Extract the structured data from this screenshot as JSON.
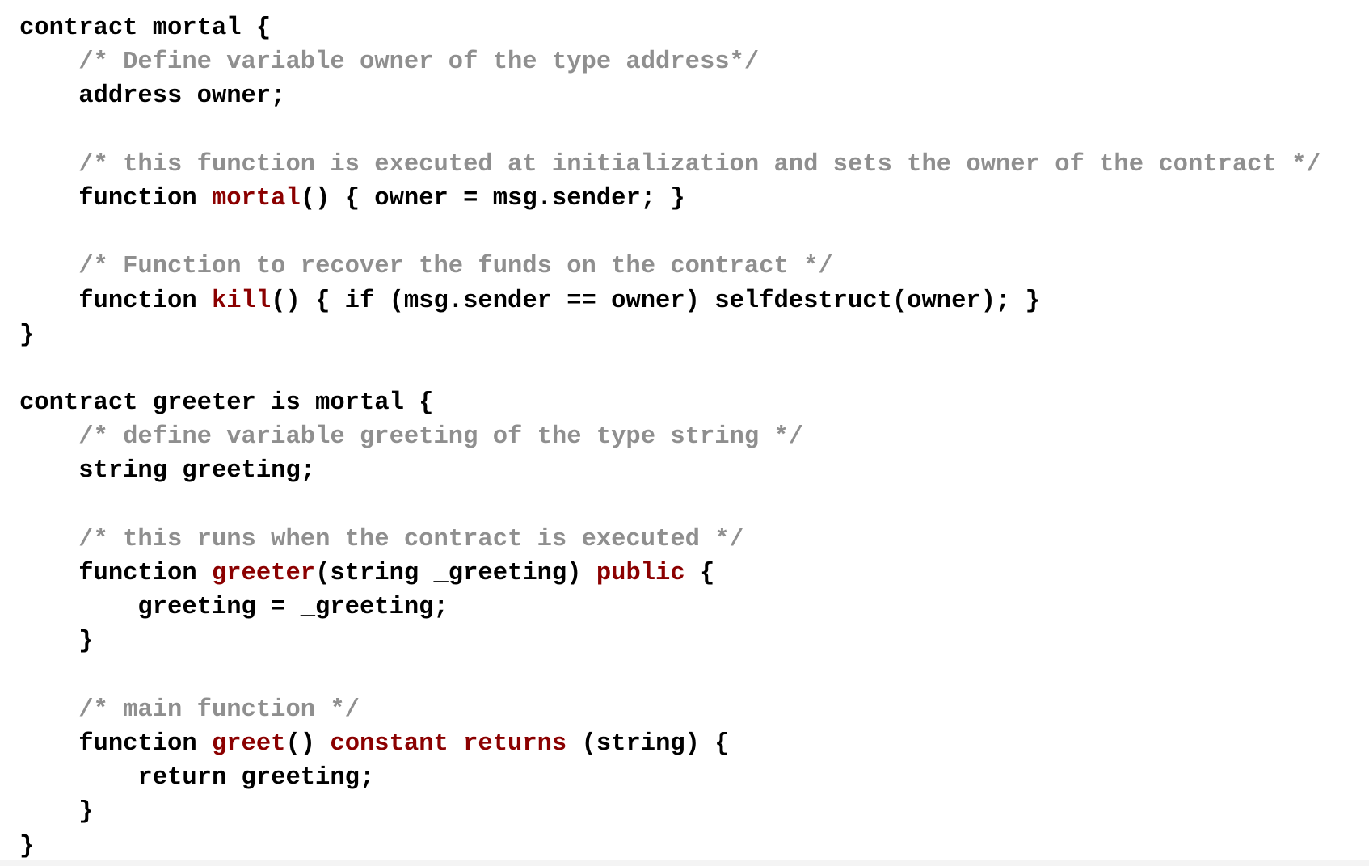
{
  "code": {
    "lines": [
      [
        {
          "t": "contract mortal {",
          "c": "plain"
        }
      ],
      [
        {
          "t": "    ",
          "c": "plain"
        },
        {
          "t": "/* Define variable owner of the type address*/",
          "c": "comment"
        }
      ],
      [
        {
          "t": "    address owner;",
          "c": "plain"
        }
      ],
      [],
      [
        {
          "t": "    ",
          "c": "plain"
        },
        {
          "t": "/* this function is executed at initialization and sets the owner of the contract */",
          "c": "comment"
        }
      ],
      [
        {
          "t": "    function ",
          "c": "plain"
        },
        {
          "t": "mortal",
          "c": "kw"
        },
        {
          "t": "() { owner = msg.sender; }",
          "c": "plain"
        }
      ],
      [],
      [
        {
          "t": "    ",
          "c": "plain"
        },
        {
          "t": "/* Function to recover the funds on the contract */",
          "c": "comment"
        }
      ],
      [
        {
          "t": "    function ",
          "c": "plain"
        },
        {
          "t": "kill",
          "c": "kw"
        },
        {
          "t": "() { if (msg.sender == owner) selfdestruct(owner); }",
          "c": "plain"
        }
      ],
      [
        {
          "t": "}",
          "c": "plain"
        }
      ],
      [],
      [
        {
          "t": "contract greeter is mortal {",
          "c": "plain"
        }
      ],
      [
        {
          "t": "    ",
          "c": "plain"
        },
        {
          "t": "/* define variable greeting of the type string */",
          "c": "comment"
        }
      ],
      [
        {
          "t": "    string greeting;",
          "c": "plain"
        }
      ],
      [],
      [
        {
          "t": "    ",
          "c": "plain"
        },
        {
          "t": "/* this runs when the contract is executed */",
          "c": "comment"
        }
      ],
      [
        {
          "t": "    function ",
          "c": "plain"
        },
        {
          "t": "greeter",
          "c": "kw"
        },
        {
          "t": "(string _greeting) ",
          "c": "plain"
        },
        {
          "t": "public",
          "c": "kw"
        },
        {
          "t": " {",
          "c": "plain"
        }
      ],
      [
        {
          "t": "        greeting = _greeting;",
          "c": "plain"
        }
      ],
      [
        {
          "t": "    }",
          "c": "plain"
        }
      ],
      [],
      [
        {
          "t": "    ",
          "c": "plain"
        },
        {
          "t": "/* main function */",
          "c": "comment"
        }
      ],
      [
        {
          "t": "    function ",
          "c": "plain"
        },
        {
          "t": "greet",
          "c": "kw"
        },
        {
          "t": "() ",
          "c": "plain"
        },
        {
          "t": "constant returns",
          "c": "kw"
        },
        {
          "t": " (string) {",
          "c": "plain"
        }
      ],
      [
        {
          "t": "        return greeting;",
          "c": "plain"
        }
      ],
      [
        {
          "t": "    }",
          "c": "plain"
        }
      ],
      [
        {
          "t": "}",
          "c": "plain"
        }
      ]
    ]
  },
  "colors": {
    "text": "#000000",
    "comment": "#8f8f8f",
    "keyword": "#8b0000",
    "background": "#ffffff"
  }
}
